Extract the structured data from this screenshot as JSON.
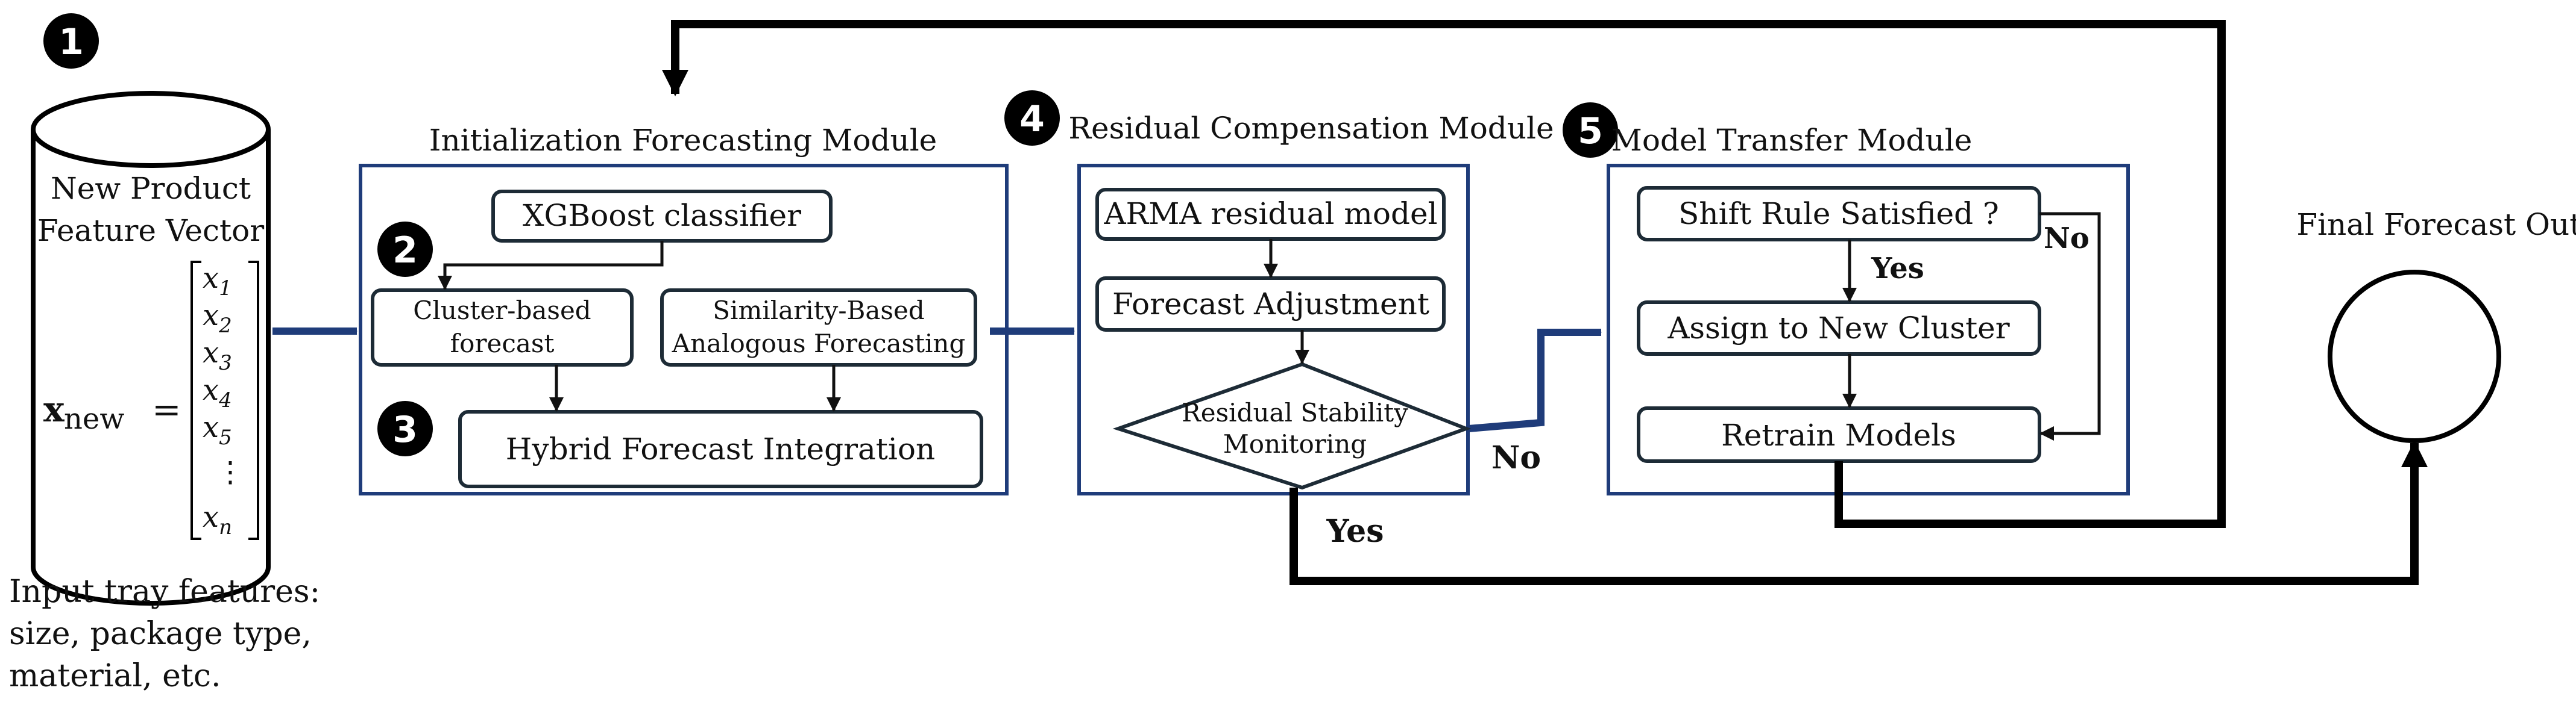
{
  "colors": {
    "navy": "#1f3c7a",
    "box_stroke": "#1d2b36",
    "black": "#000000",
    "text": "#111111",
    "background": "#ffffff"
  },
  "badges": [
    "1",
    "2",
    "3",
    "4",
    "5"
  ],
  "input": {
    "title_line1": "New Product",
    "title_line2": "Feature Vector",
    "formula_x": "x",
    "formula_sub": "new",
    "formula_eq": "=",
    "vector": [
      "x1",
      "x2",
      "x3",
      "x4",
      "x5",
      "⋮",
      "xn"
    ],
    "caption_line1": "Input tray features:",
    "caption_line2": "size, package type,",
    "caption_line3": "material, etc."
  },
  "init_module": {
    "title": "Initialization Forecasting Module",
    "xgboost": "XGBoost classifier",
    "cluster_line1": "Cluster-based",
    "cluster_line2": "forecast",
    "similarity_line1": "Similarity-Based",
    "similarity_line2": "Analogous Forecasting",
    "hybrid": "Hybrid Forecast Integration"
  },
  "residual_module": {
    "title": "Residual Compensation Module",
    "arma": "ARMA residual model",
    "adjustment": "Forecast Adjustment",
    "stability_line1": "Residual Stability",
    "stability_line2": "Monitoring",
    "no_label": "No",
    "yes_label": "Yes"
  },
  "transfer_module": {
    "title": "Model Transfer Module",
    "shift": "Shift Rule Satisfied ?",
    "yes_label": "Yes",
    "no_label": "No",
    "assign": "Assign to New Cluster",
    "retrain": "Retrain Models"
  },
  "output": {
    "title": "Final Forecast Output"
  }
}
